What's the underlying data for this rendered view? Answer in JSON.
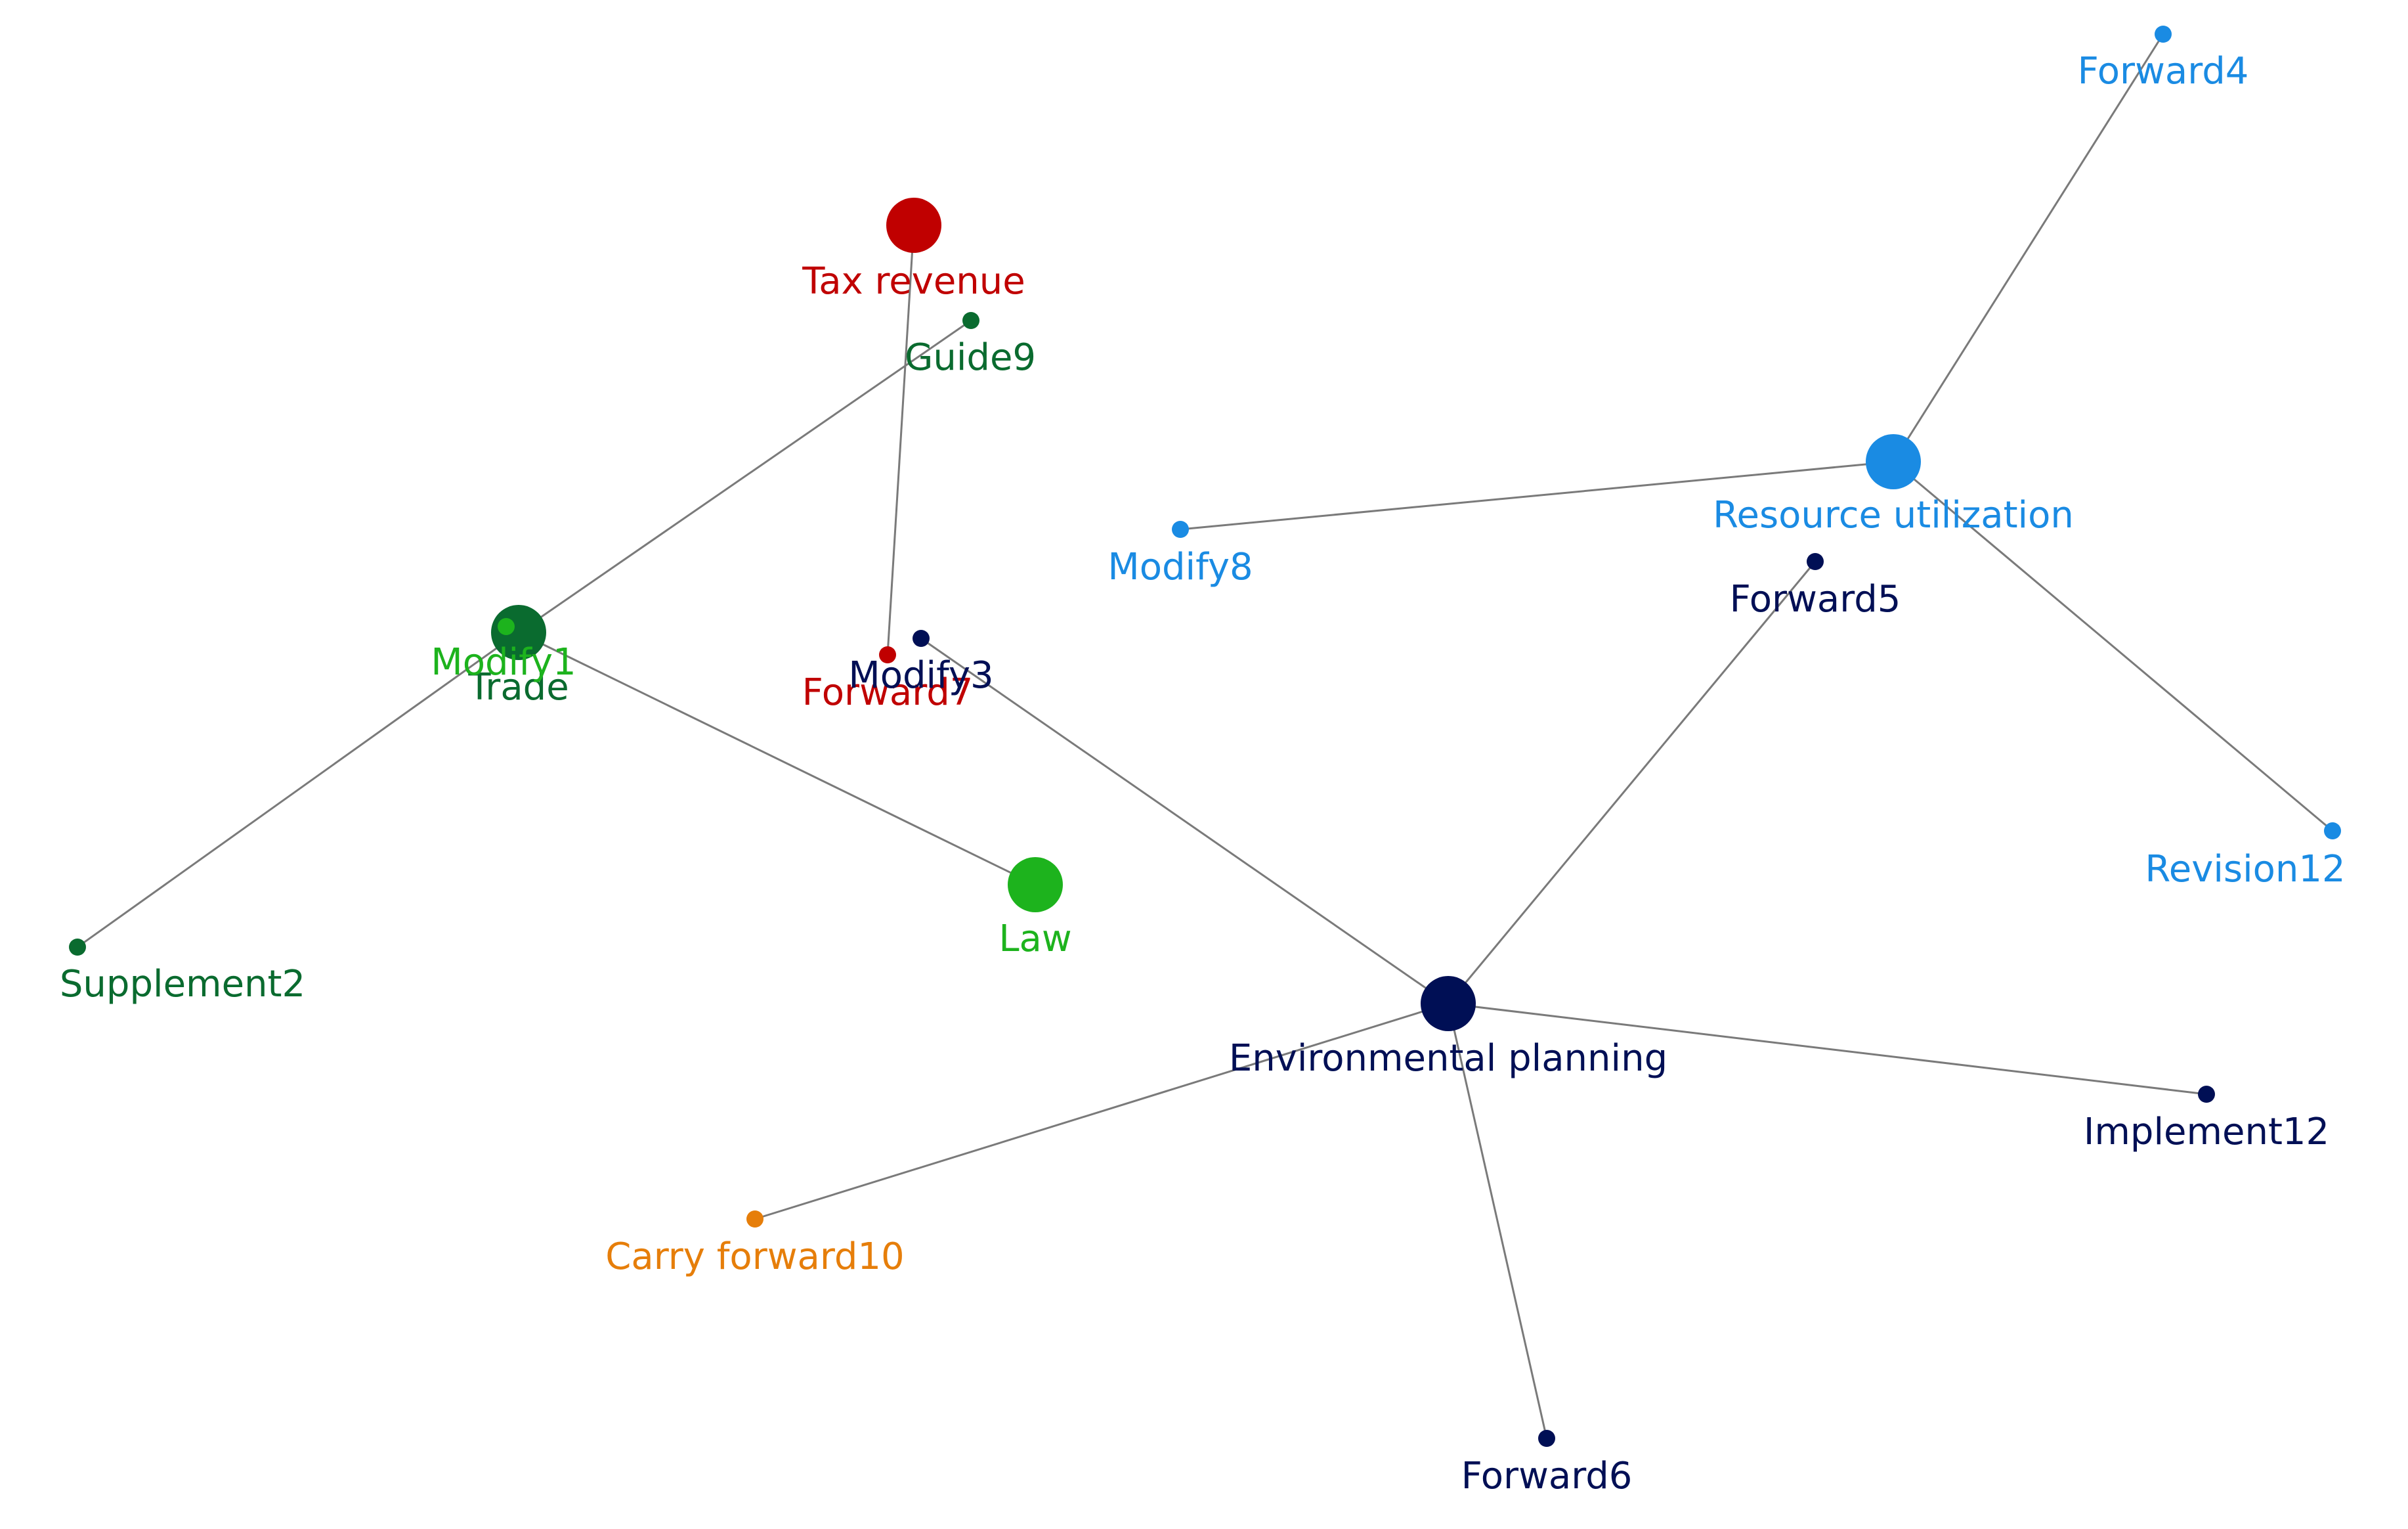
{
  "colors": {
    "taxRevenue": "#c00000",
    "trade": "#0a6b2f",
    "law": "#1db31d",
    "environmental": "#000f55",
    "resource": "#1a8be3",
    "carryForward": "#e67e0a",
    "edge": "#7a7a7a"
  },
  "graph": {
    "nodes": [
      {
        "id": "tax_revenue",
        "label": "Tax revenue",
        "color": "#c00000",
        "size": "large"
      },
      {
        "id": "guide9",
        "label": "Guide9",
        "color": "#0a6b2f",
        "size": "small"
      },
      {
        "id": "trade",
        "label": "Trade",
        "color": "#0a6b2f",
        "size": "large"
      },
      {
        "id": "modify1",
        "label": "Modify1",
        "color": "#1db31d",
        "size": "small"
      },
      {
        "id": "forward7",
        "label": "Forward7",
        "color": "#c00000",
        "size": "small"
      },
      {
        "id": "modify3",
        "label": "Modify3",
        "color": "#000f55",
        "size": "small"
      },
      {
        "id": "supplement2",
        "label": "Supplement2",
        "color": "#0a6b2f",
        "size": "small"
      },
      {
        "id": "law",
        "label": "Law",
        "color": "#1db31d",
        "size": "large"
      },
      {
        "id": "environmental_planning",
        "label": "Environmental planning",
        "color": "#000f55",
        "size": "large"
      },
      {
        "id": "carry_forward10",
        "label": "Carry forward10",
        "color": "#e67e0a",
        "size": "small"
      },
      {
        "id": "forward6",
        "label": "Forward6",
        "color": "#000f55",
        "size": "small"
      },
      {
        "id": "implement12",
        "label": "Implement12",
        "color": "#000f55",
        "size": "small"
      },
      {
        "id": "forward5",
        "label": "Forward5",
        "color": "#000f55",
        "size": "small"
      },
      {
        "id": "resource_utilization",
        "label": "Resource utilization",
        "color": "#1a8be3",
        "size": "large"
      },
      {
        "id": "modify8",
        "label": "Modify8",
        "color": "#1a8be3",
        "size": "small"
      },
      {
        "id": "forward4",
        "label": "Forward4",
        "color": "#1a8be3",
        "size": "small"
      },
      {
        "id": "revision12",
        "label": "Revision12",
        "color": "#1a8be3",
        "size": "small"
      }
    ],
    "edges": [
      {
        "source": "tax_revenue",
        "target": "forward7"
      },
      {
        "source": "guide9",
        "target": "trade"
      },
      {
        "source": "trade",
        "target": "supplement2"
      },
      {
        "source": "trade",
        "target": "law"
      },
      {
        "source": "modify3",
        "target": "environmental_planning"
      },
      {
        "source": "environmental_planning",
        "target": "forward5"
      },
      {
        "source": "environmental_planning",
        "target": "carry_forward10"
      },
      {
        "source": "environmental_planning",
        "target": "forward6"
      },
      {
        "source": "environmental_planning",
        "target": "implement12"
      },
      {
        "source": "resource_utilization",
        "target": "forward4"
      },
      {
        "source": "resource_utilization",
        "target": "modify8"
      },
      {
        "source": "resource_utilization",
        "target": "revision12"
      }
    ]
  }
}
